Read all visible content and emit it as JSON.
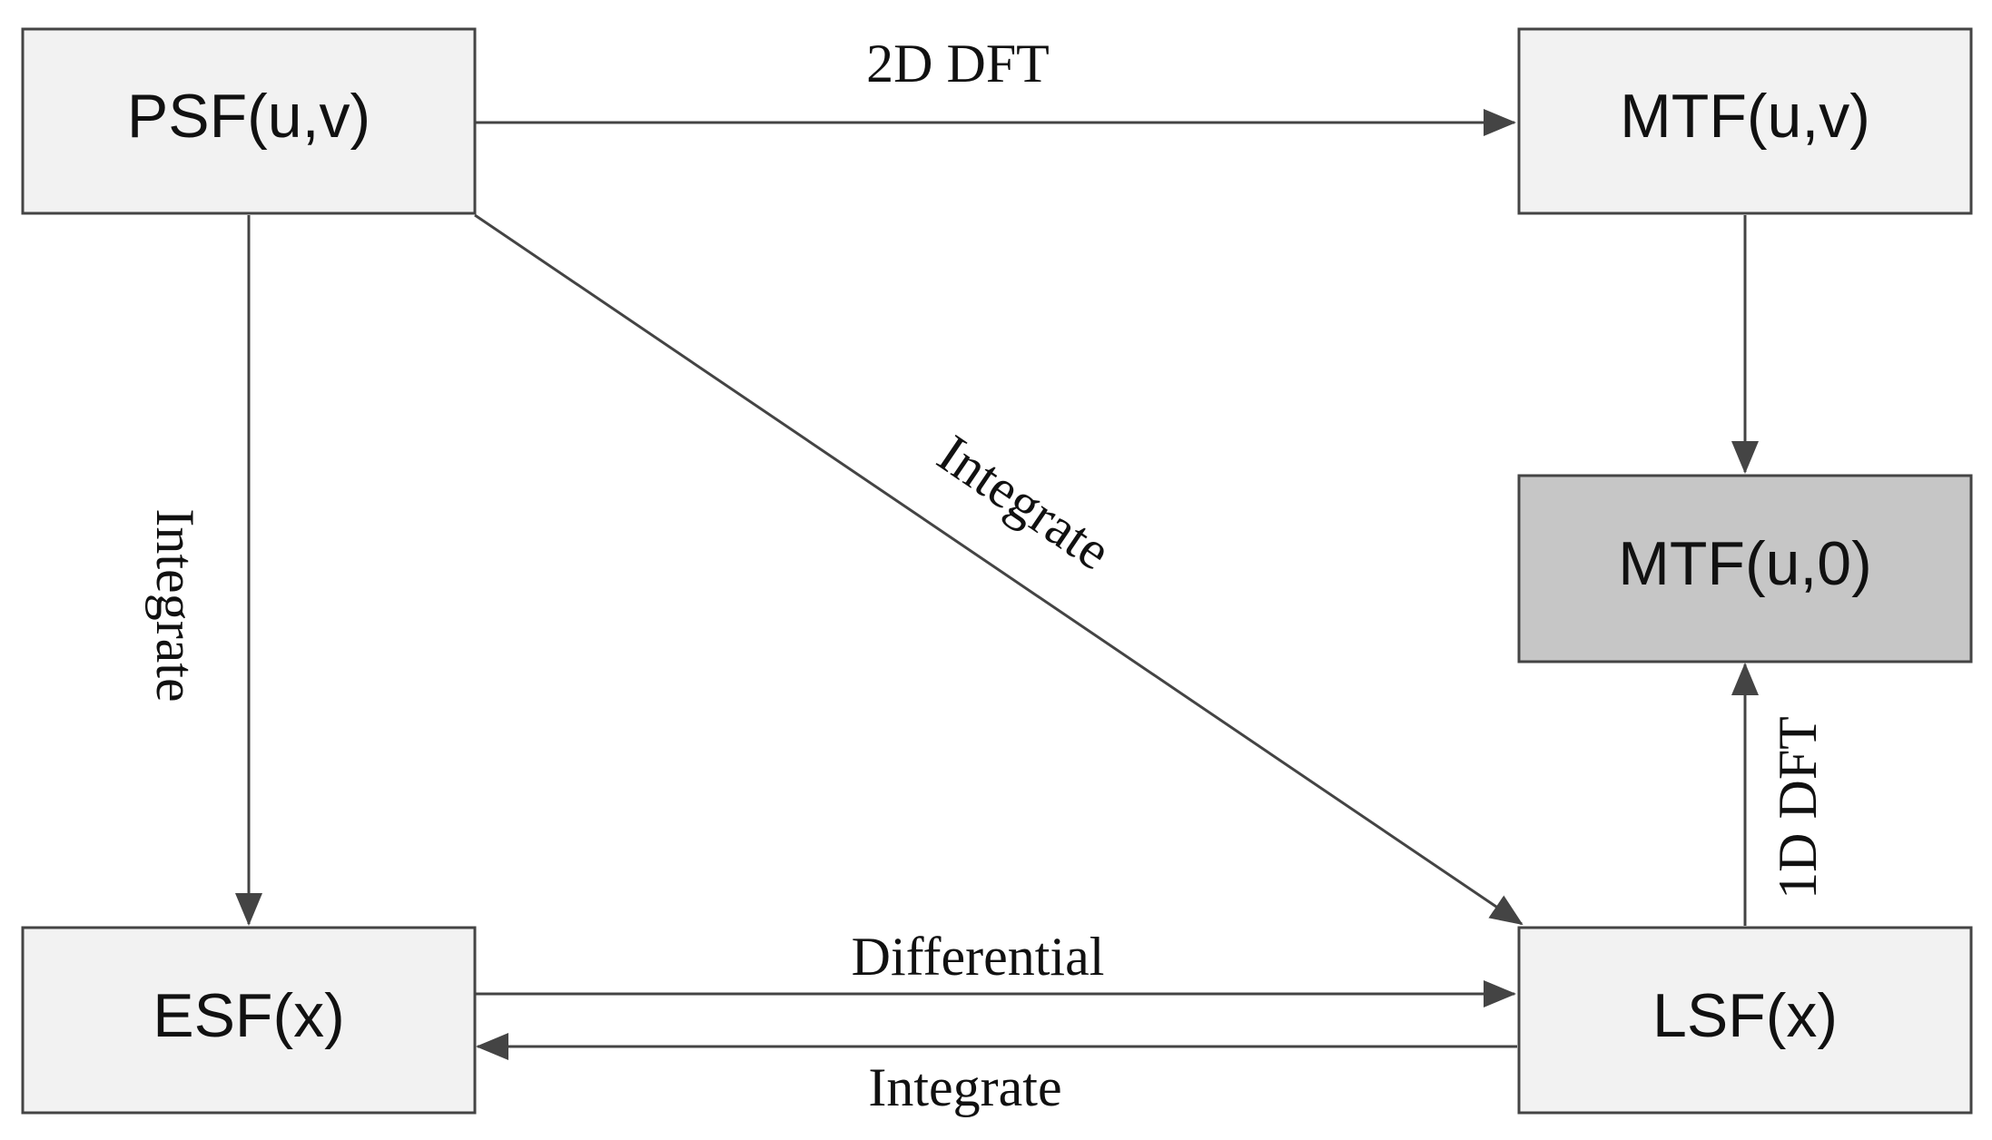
{
  "colors": {
    "box_fill": "#f2f2f2",
    "box_fill_highlight": "#c6c6c6",
    "border": "#444444",
    "text": "#111111"
  },
  "nodes": {
    "psf": {
      "label": "PSF(u,v)"
    },
    "mtf_uv": {
      "label": "MTF(u,v)"
    },
    "mtf_u0": {
      "label": "MTF(u,0)",
      "highlighted": true
    },
    "esf": {
      "label": "ESF(x)"
    },
    "lsf": {
      "label": "LSF(x)"
    }
  },
  "edges": {
    "psf_to_mtf": {
      "label": "2D DFT"
    },
    "psf_to_esf": {
      "label": "Integrate"
    },
    "psf_to_lsf": {
      "label": "Integrate"
    },
    "mtf_uv_to_mtf_u0": {
      "label": ""
    },
    "lsf_to_mtf_u0": {
      "label": "1D DFT"
    },
    "esf_to_lsf": {
      "label": "Differential"
    },
    "lsf_to_esf": {
      "label": "Integrate"
    }
  }
}
